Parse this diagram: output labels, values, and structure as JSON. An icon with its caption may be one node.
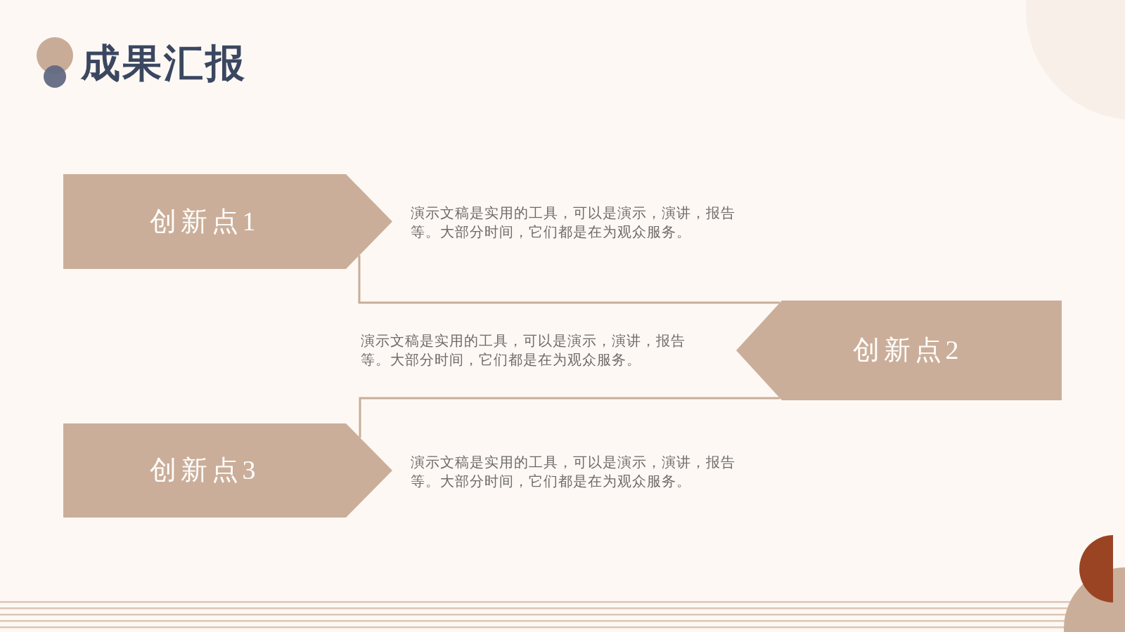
{
  "diagram": {
    "title": "成果汇报",
    "nodes": [
      {
        "text": [
          "创新点1"
        ],
        "beside": [
          "演示文稿是实用的工具，可以是演示，演讲，报告等。大部分时间，它们都是在为观众服务。"
        ]
      },
      {
        "text": [
          "创新点2"
        ],
        "beside": [
          "演示文稿是实用的工具，可以是演示，演讲，报告等。大部分时间，它们都是在为观众服务。"
        ]
      },
      {
        "text": [
          "创新点3"
        ],
        "beside": [
          "演示文稿是实用的工具，可以是演示，演讲，报告等。大部分时间，它们都是在为观众服务。"
        ]
      }
    ],
    "edges": [
      {
        "from": 0,
        "to": 1,
        "arrow": "none"
      },
      {
        "from": 1,
        "to": 2,
        "arrow": "none"
      }
    ]
  }
}
